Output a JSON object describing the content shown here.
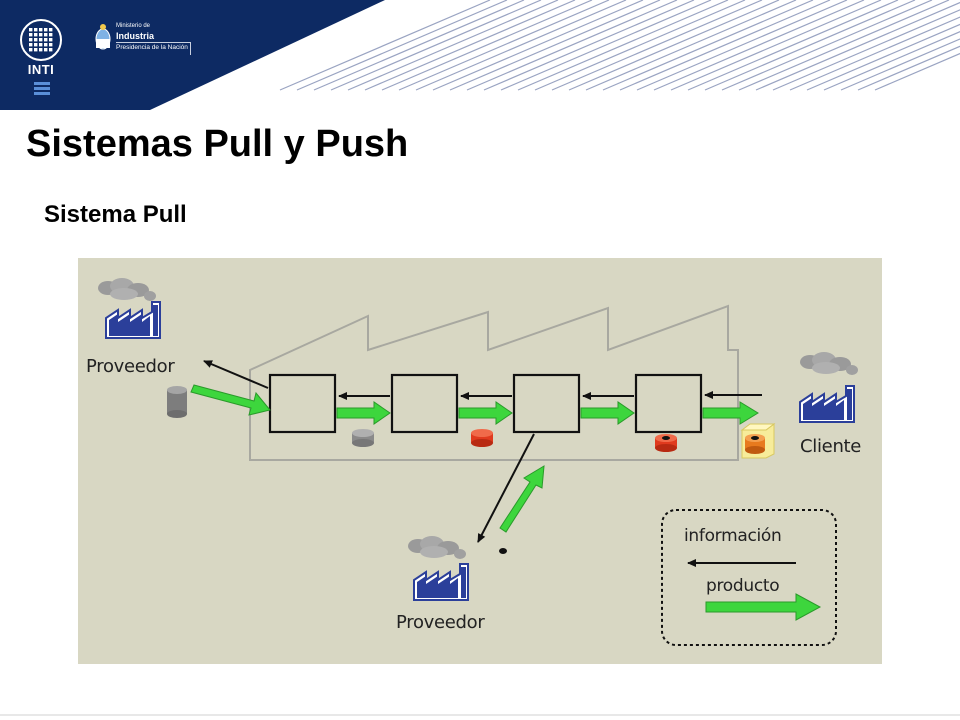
{
  "header": {
    "logo_text": "INTI",
    "ministry_line1": "Ministerio de",
    "ministry_line2": "Industria",
    "ministry_line3": "Presidencia de la Nación"
  },
  "slide": {
    "title": "Sistemas Pull y Push",
    "subtitle": "Sistema Pull"
  },
  "diagram": {
    "supplier_left_label": "Proveedor",
    "supplier_bottom_label": "Proveedor",
    "customer_label": "Cliente",
    "legend": {
      "info_label": "información",
      "product_label": "producto"
    },
    "colors": {
      "background": "#d8d7c3",
      "header_navy": "#0d2a63",
      "product_arrow": "#3dd63d",
      "part_gray": "#8a8a8a",
      "part_red": "#e03a1e",
      "part_orange": "#e87a1e",
      "factory_blue": "#2b3f9a"
    }
  }
}
